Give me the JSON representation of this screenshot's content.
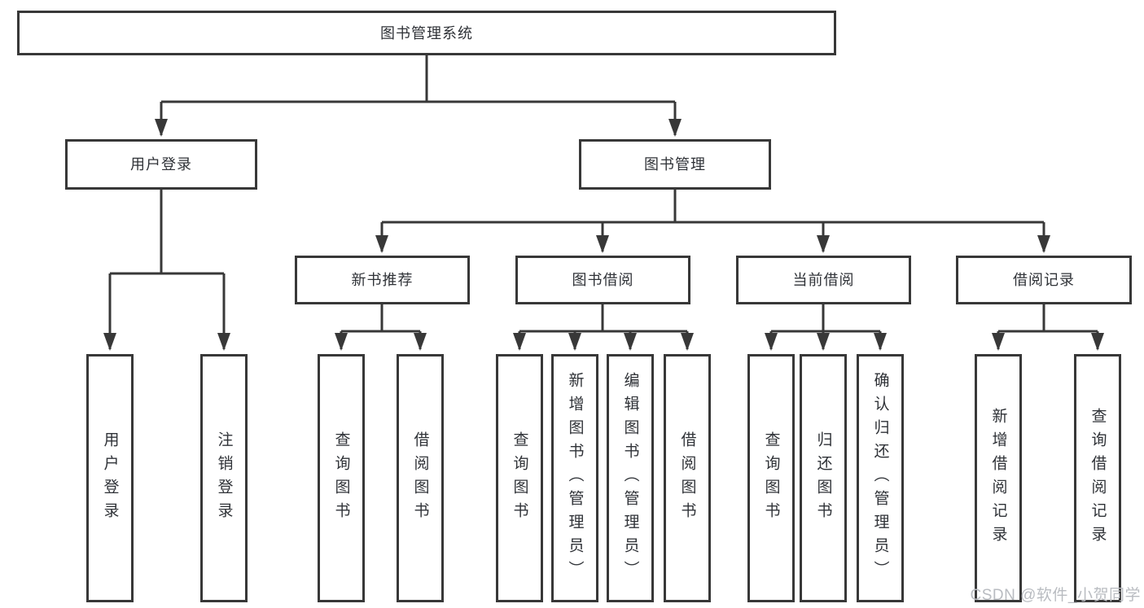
{
  "diagram": {
    "root": {
      "label": "图书管理系统"
    },
    "branches": [
      {
        "label": "用户登录",
        "children": [
          {
            "label": "用户登录"
          },
          {
            "label": "注销登录"
          }
        ]
      },
      {
        "label": "图书管理",
        "groups": [
          {
            "label": "新书推荐",
            "children": [
              {
                "label": "查询图书"
              },
              {
                "label": "借阅图书"
              }
            ]
          },
          {
            "label": "图书借阅",
            "children": [
              {
                "label": "查询图书"
              },
              {
                "label": "新增图书（管理员）"
              },
              {
                "label": "编辑图书（管理员）"
              },
              {
                "label": "借阅图书"
              }
            ]
          },
          {
            "label": "当前借阅",
            "children": [
              {
                "label": "查询图书"
              },
              {
                "label": "归还图书"
              },
              {
                "label": "确认归还（管理员）"
              }
            ]
          },
          {
            "label": "借阅记录",
            "children": [
              {
                "label": "新增借阅记录"
              },
              {
                "label": "查询借阅记录"
              }
            ]
          }
        ]
      }
    ]
  },
  "watermark": {
    "text": "CSDN @软件_小贺同学"
  },
  "colors": {
    "background": "#ffffff",
    "line": "#383838",
    "box_border": "#383838",
    "text": "#2f3237",
    "watermark": "#b9bcc1"
  }
}
